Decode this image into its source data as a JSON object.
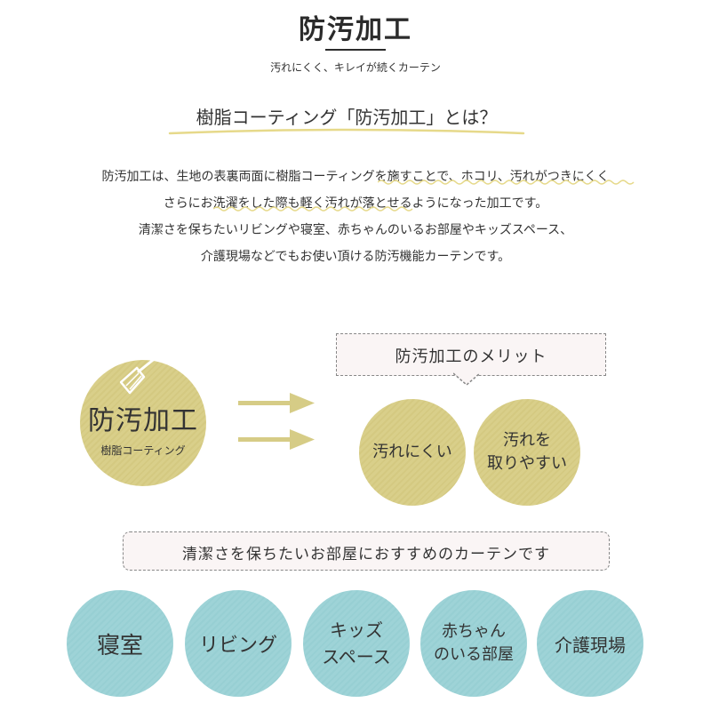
{
  "header": {
    "title": "防汚加工",
    "subtitle": "汚れにくく、キレイが続くカーテン"
  },
  "question": "樹脂コーティング「防汚加工」とは？",
  "description": [
    "防汚加工は、生地の表裏両面に樹脂コーティングを施すことで、ホコリ、汚れがつきにくく",
    "さらにお洗濯をした際も軽く汚れが落とせるようになった加工です。",
    "清潔さを保ちたいリビングや寝室、赤ちゃんのいるお部屋やキッズスペース、",
    "介護現場などでもお使い頂ける防汚機能カーテンです。"
  ],
  "main_circle": {
    "title": "防汚加工",
    "sub": "樹脂コーティング",
    "icon": "broom-icon"
  },
  "merit": {
    "label": "防汚加工のメリット",
    "items": [
      [
        "汚れにくい"
      ],
      [
        "汚れを",
        "取りやすい"
      ]
    ]
  },
  "recommend": {
    "label": "清潔さを保ちたいお部屋におすすめのカーテンです",
    "rooms": [
      [
        "寝室"
      ],
      [
        "リビング"
      ],
      [
        "キッズ",
        "スペース"
      ],
      [
        "赤ちゃん",
        "のいる部屋"
      ],
      [
        "介護現場"
      ]
    ]
  },
  "colors": {
    "yellow_circle": "#d6cc86",
    "blue_circle": "#9ad1d5",
    "accent_line": "#e6d98a",
    "box_bg": "#faf5f5"
  }
}
